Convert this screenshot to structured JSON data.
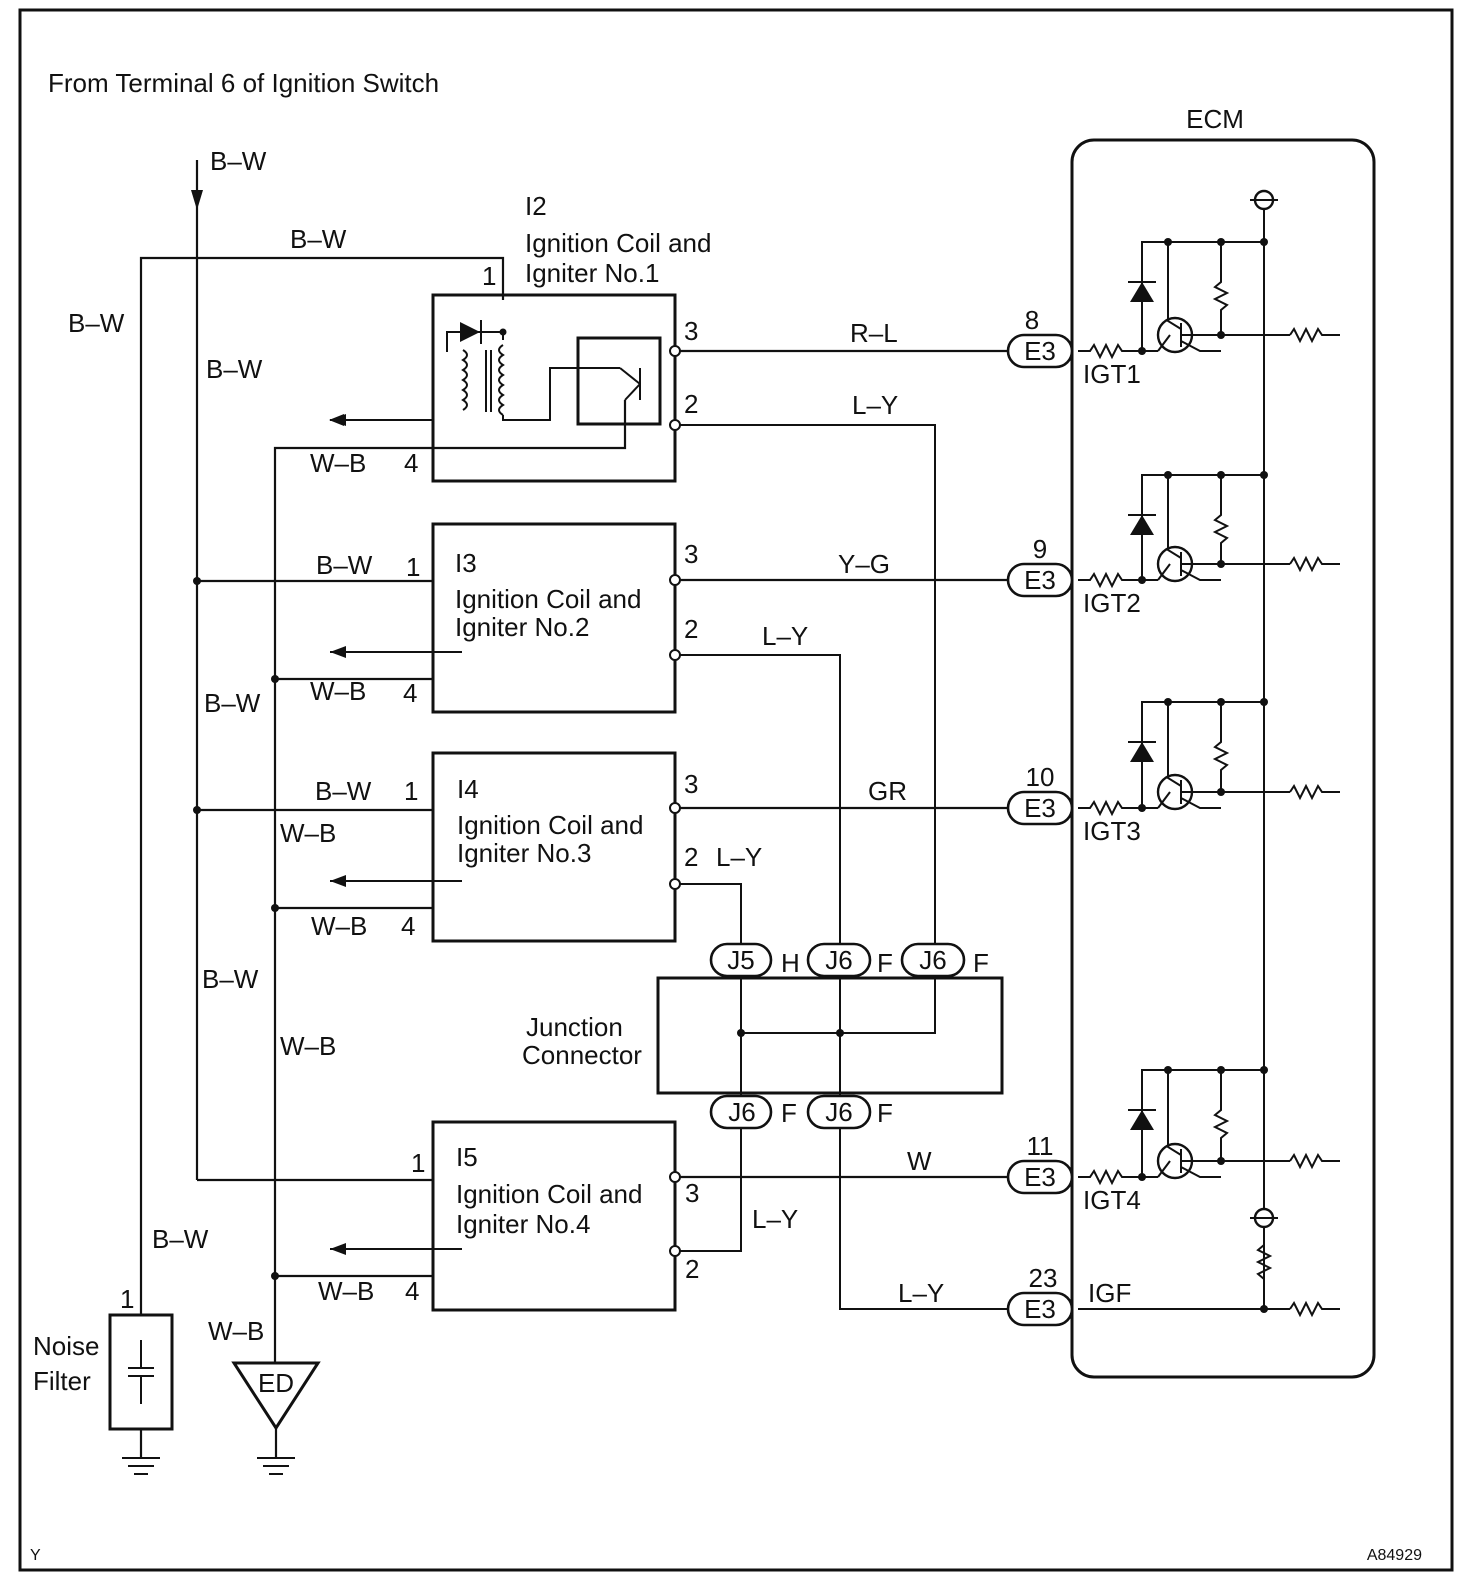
{
  "header": {
    "source_label": "From Terminal 6 of Ignition Switch"
  },
  "footer": {
    "corner_letter": "Y",
    "figure_id": "A84929"
  },
  "ecm": {
    "title": "ECM",
    "pins": [
      {
        "connector": "E3",
        "pin": "8",
        "signal": "IGT1",
        "wire_color": "R–L"
      },
      {
        "connector": "E3",
        "pin": "9",
        "signal": "IGT2",
        "wire_color": "Y–G"
      },
      {
        "connector": "E3",
        "pin": "10",
        "signal": "IGT3",
        "wire_color": "GR"
      },
      {
        "connector": "E3",
        "pin": "11",
        "signal": "IGT4",
        "wire_color": "W"
      },
      {
        "connector": "E3",
        "pin": "23",
        "signal": "IGF",
        "wire_color": "L–Y"
      }
    ]
  },
  "coils": [
    {
      "id": "I2",
      "line1": "Ignition Coil and",
      "line2": "Igniter No.1",
      "pin_power": "1",
      "pin_igt": "3",
      "pin_igf": "2",
      "pin_gnd": "4",
      "power_wire": "B–W",
      "gnd_wire": "W–B",
      "igf_wire": "L–Y"
    },
    {
      "id": "I3",
      "line1": "Ignition Coil and",
      "line2": "Igniter No.2",
      "pin_power": "1",
      "pin_igt": "3",
      "pin_igf": "2",
      "pin_gnd": "4",
      "power_wire": "B–W",
      "gnd_wire": "W–B",
      "igf_wire": "L–Y"
    },
    {
      "id": "I4",
      "line1": "Ignition Coil and",
      "line2": "Igniter No.3",
      "pin_power": "1",
      "pin_igt": "3",
      "pin_igf": "2",
      "pin_gnd": "4",
      "power_wire": "B–W",
      "gnd_wire": "W–B",
      "igf_wire": "L–Y"
    },
    {
      "id": "I5",
      "line1": "Ignition Coil and",
      "line2": "Igniter No.4",
      "pin_power": "1",
      "pin_igt": "3",
      "pin_igf": "2",
      "pin_gnd": "4",
      "power_wire": "B–W",
      "gnd_wire": "W–B",
      "igf_wire": "L–Y"
    }
  ],
  "junction": {
    "title_line1": "Junction",
    "title_line2": "Connector",
    "top_connectors": [
      {
        "name": "J5",
        "pin": "H"
      },
      {
        "name": "J6",
        "pin": "F"
      },
      {
        "name": "J6",
        "pin": "F"
      }
    ],
    "bottom_connectors": [
      {
        "name": "J6",
        "pin": "F"
      },
      {
        "name": "J6",
        "pin": "F"
      }
    ]
  },
  "wire_labels": {
    "main_feed": "B–W",
    "top_branch": "B–W",
    "left_branch": "B–W",
    "bus_upper": "B–W",
    "bus_mid": "B–W",
    "bus_lower": "B–W",
    "noise_filter_wire": "B–W",
    "ground_bus_mid": "W–B",
    "ground_bus_lower": "W–B",
    "ground_bus_bottom": "W–B",
    "i4_gnd_extra": "W–B"
  },
  "noise_filter": {
    "line1": "Noise",
    "line2": "Filter",
    "pin": "1"
  },
  "ground_point": {
    "label": "ED"
  }
}
